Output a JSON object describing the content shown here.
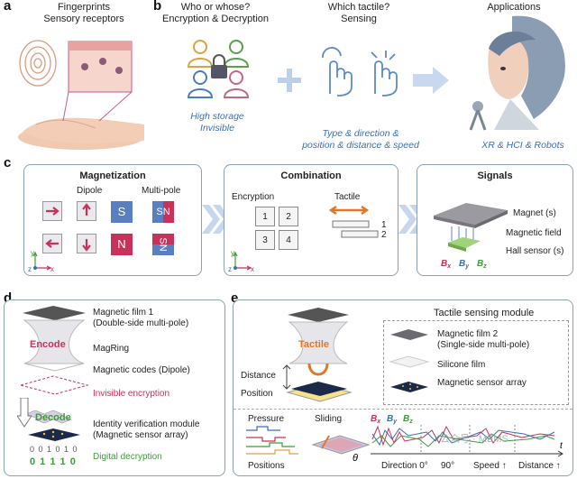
{
  "panel_a": {
    "letter": "a",
    "title_line1": "Fingerprints",
    "title_line2": "Sensory receptors"
  },
  "panel_b": {
    "letter": "b",
    "col1_line1": "Who or whose?",
    "col1_line2": "Encryption & Decryption",
    "col2_line1": "Which tactile?",
    "col2_line2": "Sensing",
    "col3": "Applications",
    "cap1_line1": "High storage",
    "cap1_line2": "Invisible",
    "cap2_line1": "Type & direction &",
    "cap2_line2": "position & distance & speed",
    "cap3": "XR & HCI & Robots",
    "accent": "#3a6fb5"
  },
  "panel_c": {
    "letter": "c",
    "magnetization": "Magnetization",
    "dipole": "Dipole",
    "multipole": "Multi-pole",
    "s": "S",
    "n": "N",
    "sn": "SN",
    "combination": "Combination",
    "encryption": "Encryption",
    "tactile": "Tactile",
    "nums": [
      "1",
      "2",
      "3",
      "4"
    ],
    "t1": "1",
    "t2": "2",
    "signals": "Signals",
    "magnet": "Magnet (s)",
    "field": "Magnetic field",
    "hall": "Hall sensor (s)",
    "bx": "B",
    "by": "B",
    "bz": "B",
    "sx": "x",
    "sy": "y",
    "sz": "z",
    "ax_y": "y",
    "ax_x": "x",
    "ax_z": "z",
    "s_color": "#5a7fc0",
    "n_color": "#c6325a"
  },
  "panel_d": {
    "letter": "d",
    "encode": "Encode",
    "decode": "Decode",
    "film1_line1": "Magnetic film 1",
    "film1_line2": "(Double-side multi-pole)",
    "magring": "MagRing",
    "codes": "Magnetic codes (Dipole)",
    "invisible": "Invisible encryption",
    "ident_line1": "Identity verification module",
    "ident_line2": "(Magnetic sensor array)",
    "digital": "Digital decryption",
    "bits_row1": "0 0 1 0 1 0",
    "bits_row2": "0 1 1 1 0",
    "red": "#c6325a",
    "green": "#3f9a3a"
  },
  "panel_e": {
    "letter": "e",
    "tactile": "Tactile",
    "module": "Tactile sensing module",
    "film2_line1": "Magnetic film 2",
    "film2_line2": "(Single-side multi-pole)",
    "silicone": "Silicone film",
    "array": "Magnetic sensor array",
    "distance": "Distance",
    "position": "Position",
    "pressure": "Pressure",
    "sliding": "Sliding",
    "positions": "Positions",
    "theta": "θ",
    "direction": "Direction 0°",
    "deg90": "90°",
    "speed": "Speed ↑",
    "dist_up": "Distance ↑",
    "t": "t",
    "b_x": "B",
    "b_y": "B",
    "b_z": "B",
    "watermark": "公众号 · MEMS"
  }
}
